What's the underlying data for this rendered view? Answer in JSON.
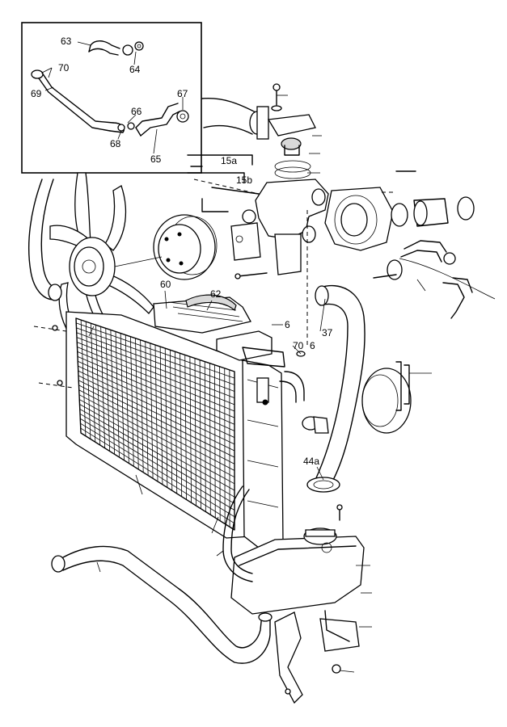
{
  "callouts": {
    "c63": "63",
    "c64": "64",
    "c70a": "70",
    "c69": "69",
    "c66": "66",
    "c67": "67",
    "c68": "68",
    "c65": "65",
    "c15a": "15a",
    "c15b": "15b",
    "c60": "60",
    "c62": "62",
    "c6a": "6",
    "c70b": "70",
    "c6b": "6",
    "c37": "37",
    "c44a": "44a"
  }
}
